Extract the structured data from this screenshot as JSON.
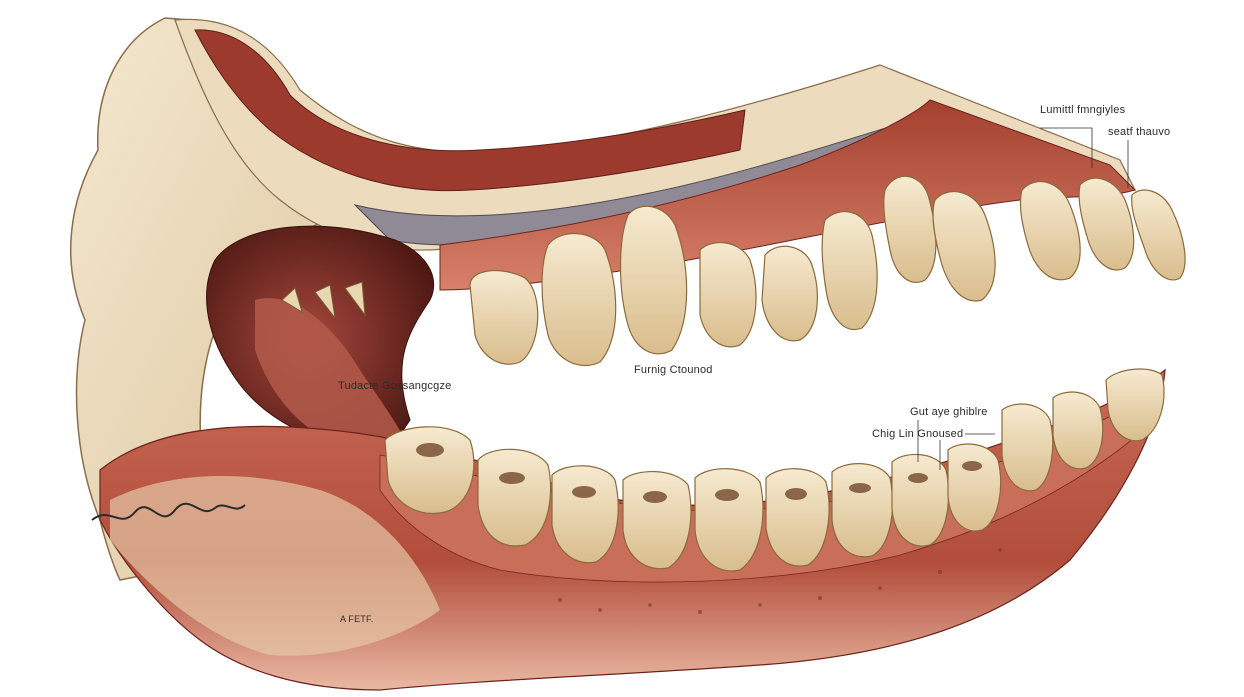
{
  "labels": {
    "upper_right_1": "Lumittl fmngiyles",
    "upper_right_2": "seatf thauvo",
    "center": "Furnig Ctounod",
    "left_tongue": "Tudacte Gossangcgze",
    "lower_right_1": "Gut aye ghiblre",
    "lower_right_2": "Chig Lin Gnoused",
    "jaw_mark": "A FETF."
  },
  "colors": {
    "bone": "#efe0c4",
    "bone_shadow": "#d9c29a",
    "gum": "#b8553f",
    "gum_dark": "#7a2a22",
    "tooth": "#f1e3c2",
    "tooth_shadow": "#caa774",
    "palate_band": "#8f8a95",
    "ink": "#2b2b2b"
  }
}
